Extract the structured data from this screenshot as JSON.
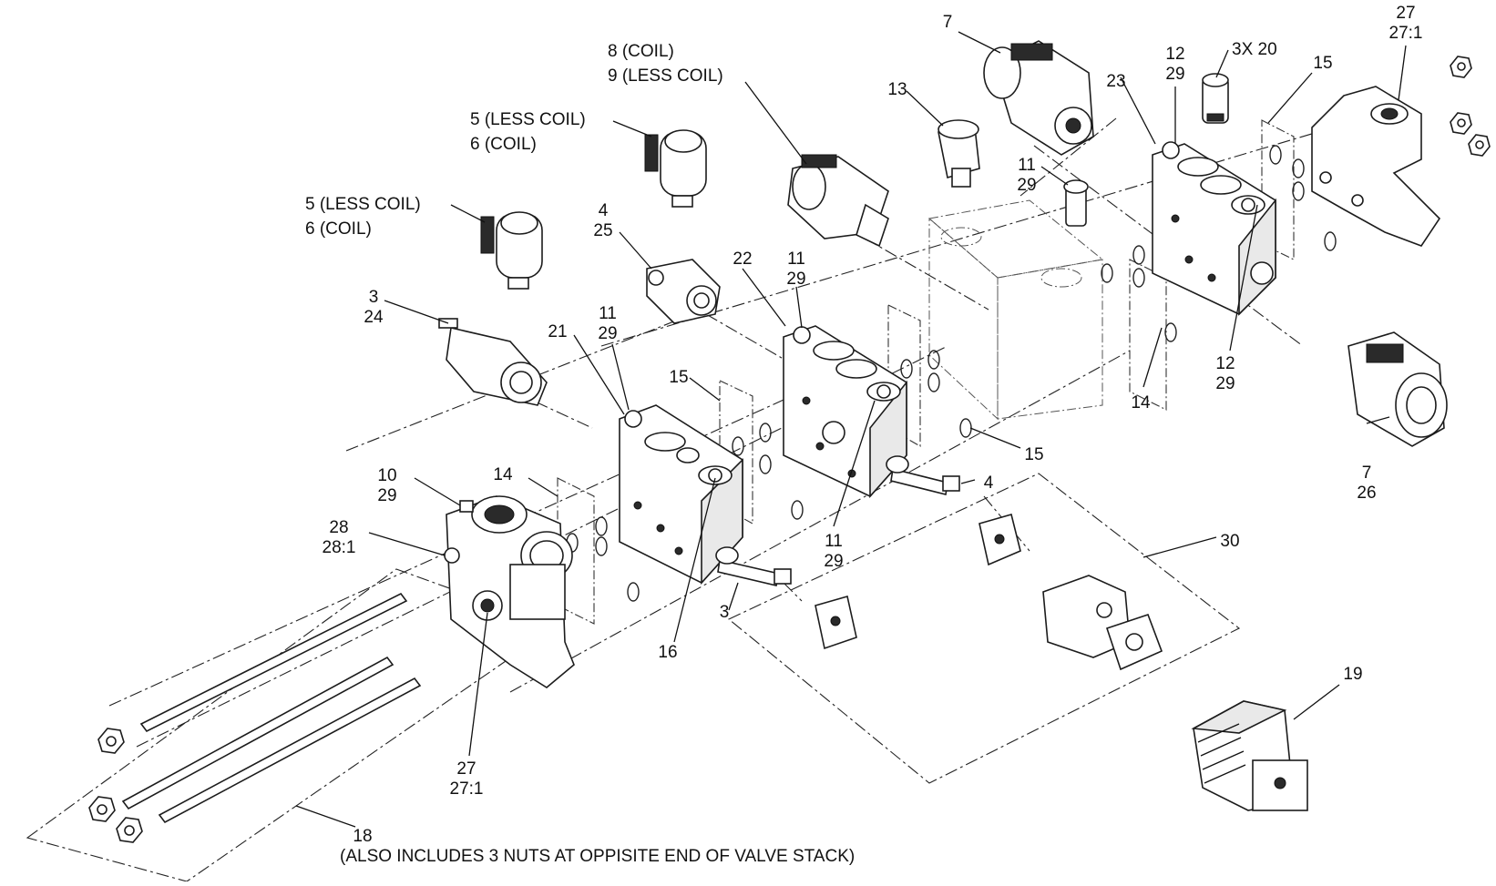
{
  "figure": {
    "colors": {
      "line": "#111111",
      "background": "#ffffff",
      "shade": "#e9e9e9"
    },
    "callouts": [
      {
        "id": "c7top",
        "lines": [
          "7"
        ]
      },
      {
        "id": "c27top",
        "lines": [
          "27",
          "27:1"
        ]
      },
      {
        "id": "c8",
        "lines": [
          "8 (COIL)",
          "9 (LESS COIL)"
        ]
      },
      {
        "id": "c5a",
        "lines": [
          "5 (LESS COIL)",
          "6 (COIL)"
        ]
      },
      {
        "id": "c5b",
        "lines": [
          "5 (LESS COIL)",
          "6 (COIL)"
        ]
      },
      {
        "id": "c13",
        "lines": [
          "13"
        ]
      },
      {
        "id": "c3x20",
        "lines": [
          "3X 20"
        ]
      },
      {
        "id": "c23",
        "lines": [
          "23"
        ]
      },
      {
        "id": "c12top",
        "lines": [
          "12",
          "29"
        ]
      },
      {
        "id": "c15top",
        "lines": [
          "15"
        ]
      },
      {
        "id": "c11r",
        "lines": [
          "11",
          "29"
        ]
      },
      {
        "id": "c4a",
        "lines": [
          "4",
          "25"
        ]
      },
      {
        "id": "c22",
        "lines": [
          "22"
        ]
      },
      {
        "id": "c11m",
        "lines": [
          "11",
          "29"
        ]
      },
      {
        "id": "c3a",
        "lines": [
          "3",
          "24"
        ]
      },
      {
        "id": "c21",
        "lines": [
          "21"
        ]
      },
      {
        "id": "c11l",
        "lines": [
          "11",
          "29"
        ]
      },
      {
        "id": "c15l",
        "lines": [
          "15"
        ]
      },
      {
        "id": "c12bot",
        "lines": [
          "12",
          "29"
        ]
      },
      {
        "id": "c14r",
        "lines": [
          "14"
        ]
      },
      {
        "id": "c7bot",
        "lines": [
          "7",
          "26"
        ]
      },
      {
        "id": "c15m",
        "lines": [
          "15"
        ]
      },
      {
        "id": "c4b",
        "lines": [
          "4"
        ]
      },
      {
        "id": "c10",
        "lines": [
          "10",
          "29"
        ]
      },
      {
        "id": "c14l",
        "lines": [
          "14"
        ]
      },
      {
        "id": "c28",
        "lines": [
          "28",
          "28:1"
        ]
      },
      {
        "id": "c11b",
        "lines": [
          "11",
          "29"
        ]
      },
      {
        "id": "c30",
        "lines": [
          "30"
        ]
      },
      {
        "id": "c3b",
        "lines": [
          "3"
        ]
      },
      {
        "id": "c16",
        "lines": [
          "16"
        ]
      },
      {
        "id": "c19",
        "lines": [
          "19"
        ]
      },
      {
        "id": "c27bot",
        "lines": [
          "27",
          "27:1"
        ]
      },
      {
        "id": "c18",
        "lines": [
          "18"
        ]
      }
    ],
    "note": "(ALSO INCLUDES 3 NUTS AT OPPISITE END OF VALVE STACK)"
  }
}
